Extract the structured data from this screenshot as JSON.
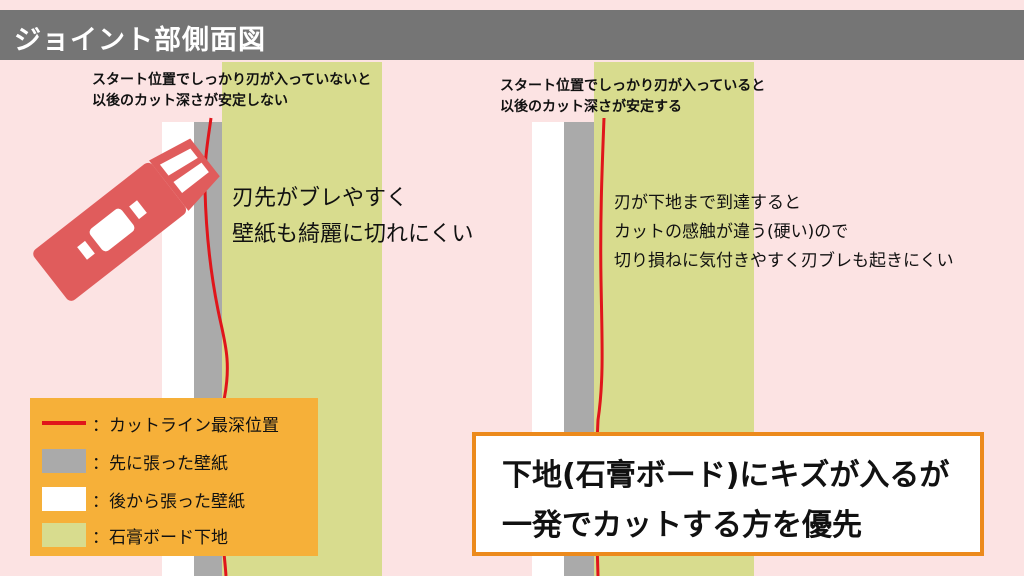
{
  "header": {
    "title": "ジョイント部側面図"
  },
  "left_panel": {
    "caption_lines": [
      "スタート位置でしっかり刃が入っていないと",
      "以後のカット深さが安定しない"
    ],
    "side_note_lines": [
      "刃先がブレやすく",
      "壁紙も綺麗に切れにくい"
    ]
  },
  "right_panel": {
    "caption_lines": [
      "スタート位置でしっかり刃が入っていると",
      "以後のカット深さが安定する"
    ],
    "side_note_lines": [
      "刃が下地まで到達すると",
      "カットの感触が違う(硬い)ので",
      "切り損ねに気付きやすく刃ブレも起きにくい"
    ]
  },
  "legend": {
    "items": [
      {
        "label": "：カットライン最深位置",
        "color": "#e0151b"
      },
      {
        "label": "：先に張った壁紙",
        "color": "#aaaaaa"
      },
      {
        "label": "：後から張った壁紙",
        "color": "#ffffff"
      },
      {
        "label": "：石膏ボード下地",
        "color": "#d8dc8e"
      }
    ]
  },
  "callout": {
    "lines": [
      "下地(石膏ボード)にキズが入るが",
      "一発でカットする方を優先"
    ]
  },
  "colors": {
    "background": "#fce3e3",
    "title_bar": "#757575",
    "cut_line": "#e0151b",
    "first_wallpaper": "#aaaaaa",
    "later_wallpaper": "#ffffff",
    "gypsum_board": "#d8dc8e",
    "legend_box": "#f6b039",
    "callout_border": "#ec8a1c",
    "cutter": "#e05c5c"
  },
  "icons": [
    "utility-knife-icon"
  ]
}
